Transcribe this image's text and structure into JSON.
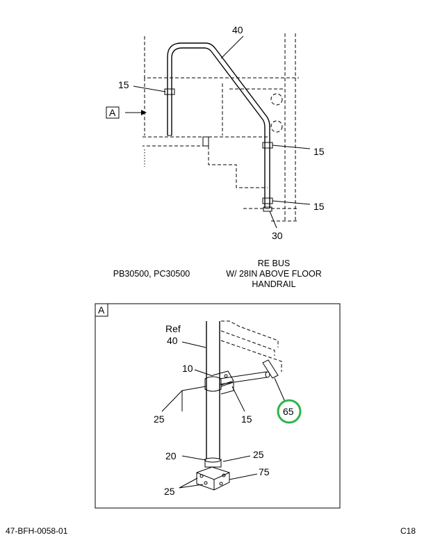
{
  "top_view": {
    "callouts": {
      "handrail_top": "40",
      "clip_upper_left": "15",
      "clip_mid_right": "15",
      "clip_low_right": "15",
      "handrail_base": "30"
    },
    "view_marker": "A"
  },
  "captions": {
    "left": "PB30500, PC30500",
    "right_line1": "RE BUS",
    "right_line2": "W/ 28IN ABOVE FLOOR",
    "right_line3": "HANDRAIL"
  },
  "detail_view": {
    "title": "A",
    "callouts": {
      "ref": "Ref",
      "handrail": "40",
      "clamp_top": "10",
      "bolt_left": "25",
      "bracket": "15",
      "highlight": "65",
      "flange_collar": "20",
      "bolt_upper_right": "25",
      "bolt_lower_left": "25",
      "flange_plate": "75"
    },
    "highlight_color": "#2db34a"
  },
  "footer": {
    "doc_id": "47-BFH-0058-01",
    "page": "C18"
  }
}
